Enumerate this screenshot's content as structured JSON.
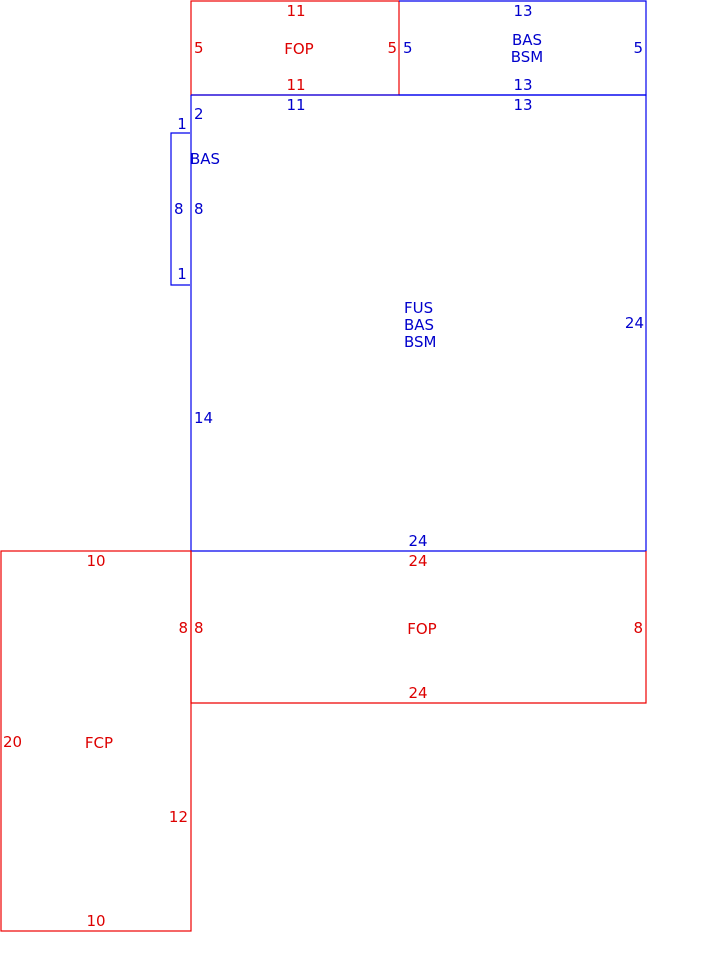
{
  "colors": {
    "blue": "#0000ee",
    "red": "#ee0000"
  },
  "areas": {
    "top_porch": {
      "code": "FOP",
      "top": "11",
      "bottom": "11",
      "left": "5",
      "right": "5"
    },
    "top_right": {
      "code_line1": "BAS",
      "code_line2": "BSM",
      "top": "13",
      "bottom": "13",
      "left": "5",
      "right": "5"
    },
    "main": {
      "code_line1": "FUS",
      "code_line2": "BAS",
      "code_line3": "BSM",
      "top_left": "11",
      "top_right": "13",
      "left_top": "2",
      "left": "14",
      "right": "24",
      "bottom": "24"
    },
    "bay": {
      "code": "BAS",
      "top": "1",
      "bottom": "1",
      "left": "8",
      "right": "8"
    },
    "bottom_porch": {
      "code": "FOP",
      "top": "24",
      "bottom": "24",
      "left": "8",
      "right": "8"
    },
    "carport": {
      "code": "FCP",
      "top": "10",
      "bottom": "10",
      "left": "20",
      "right_top": "8",
      "right_bottom": "12"
    }
  }
}
